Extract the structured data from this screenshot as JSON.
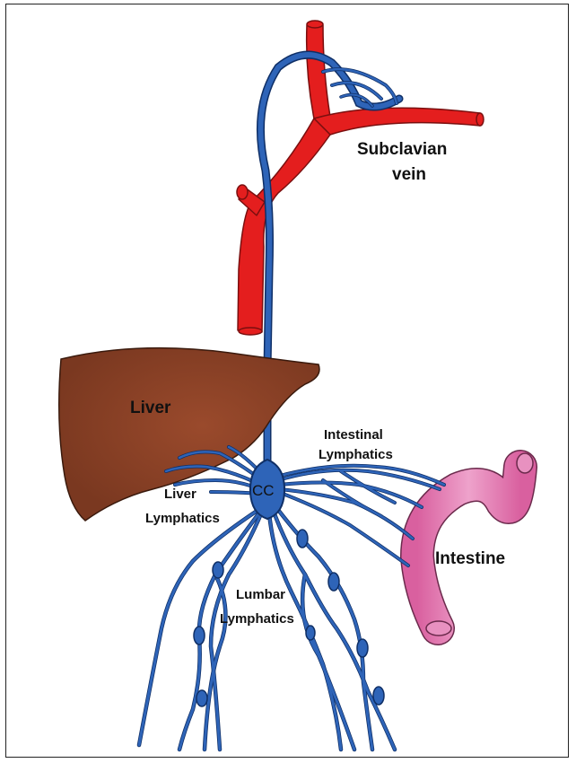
{
  "diagram": {
    "labels": {
      "subclavian_line1": "Subclavian",
      "subclavian_line2": "vein",
      "liver": "Liver",
      "cc": "CC",
      "intestinal_line1": "Intestinal",
      "intestinal_line2": "Lymphatics",
      "liver_lymph_line1": "Liver",
      "liver_lymph_line2": "Lymphatics",
      "intestine": "Intestine",
      "lumbar_line1": "Lumbar",
      "lumbar_line2": "Lymphatics"
    },
    "colors": {
      "vein_red": "#e41e1e",
      "vein_outline": "#7a0f0f",
      "lymph_blue": "#2e64b8",
      "lymph_outline": "#0f2f66",
      "liver_brown": "#8a4026",
      "liver_outline": "#3a1a0d",
      "intestine_pink": "#e27bb1",
      "intestine_outline": "#6b2a4c"
    }
  }
}
